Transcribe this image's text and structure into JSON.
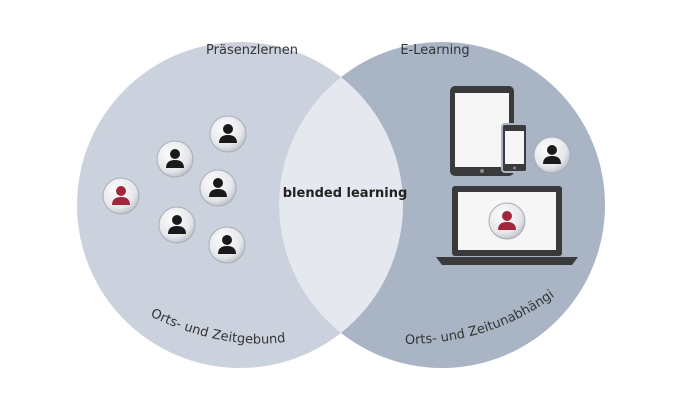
{
  "diagram": {
    "left_circle": {
      "title": "Präsenzlernen",
      "caption": "Orts- und Zeitgebunden",
      "fill": "#ccd2dd"
    },
    "right_circle": {
      "title": "E-Learning",
      "caption": "Orts- und Zeitunabhängig",
      "fill": "#a9b4c5"
    },
    "overlap": {
      "label": "blended learning",
      "fill": "#e5e8ef"
    },
    "colors": {
      "person_dark": "#1a1a1a",
      "person_accent": "#a3263a",
      "device": "#3a3a3c"
    }
  }
}
